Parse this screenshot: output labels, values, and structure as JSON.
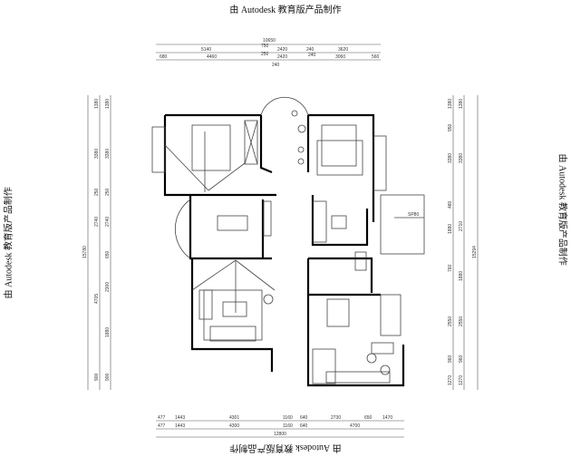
{
  "watermark": "由 Autodesk 教育版产品制作",
  "dimensions": {
    "top_total": "10650",
    "top_row2": [
      "5140",
      "750",
      "2420",
      "240",
      "3620"
    ],
    "top_row3": [
      "680",
      "4460",
      "250",
      "2420",
      "240",
      "3060",
      "560"
    ],
    "top_extra": "240",
    "bottom_row1": [
      "477",
      "1443",
      "4301",
      "1160",
      "640",
      "2730",
      "650",
      "1470"
    ],
    "bottom_row2": [
      "477",
      "1443",
      "4300",
      "1160",
      "640",
      "4700"
    ],
    "bottom_total": "12800",
    "left_outer": [
      "1380",
      "3380",
      "250",
      "2740",
      "4705",
      "900"
    ],
    "left_inner": [
      "1380",
      "3380",
      "250",
      "2740",
      "650",
      "2300",
      "1880",
      "900"
    ],
    "left_total": "15780",
    "right_outer": [
      "1380",
      "950",
      "3380",
      "480",
      "1880",
      "760",
      "2550",
      "960",
      "1270"
    ],
    "right_inner": [
      "1380",
      "3380",
      "2710",
      "1880",
      "2550",
      "960",
      "1270"
    ],
    "right_total": "15294",
    "inset_label": "SP80"
  }
}
